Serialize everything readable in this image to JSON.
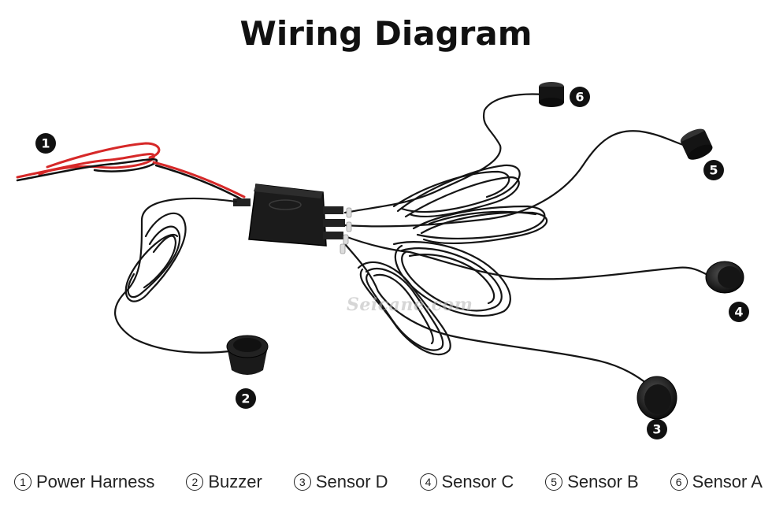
{
  "title": "Wiring Diagram",
  "watermark": "Seicane.com",
  "markers": [
    "1",
    "2",
    "3",
    "4",
    "5",
    "6"
  ],
  "legend": [
    {
      "num": "1",
      "label": "Power Harness"
    },
    {
      "num": "2",
      "label": "Buzzer"
    },
    {
      "num": "3",
      "label": "Sensor D"
    },
    {
      "num": "4",
      "label": "Sensor C"
    },
    {
      "num": "5",
      "label": "Sensor B"
    },
    {
      "num": "6",
      "label": "Sensor A"
    }
  ],
  "colors": {
    "cable": "#151515",
    "power_red": "#d62828",
    "marker": "#111111"
  }
}
